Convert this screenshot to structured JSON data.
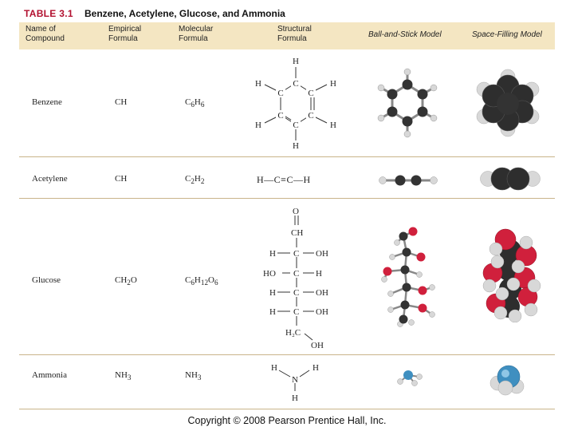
{
  "title": {
    "label": "TABLE 3.1",
    "text": "Benzene, Acetylene, Glucose, and Ammonia"
  },
  "headers": {
    "name": [
      "Name of",
      "Compound"
    ],
    "empirical": [
      "Empirical",
      "Formula"
    ],
    "molecular": [
      "Molecular",
      "Formula"
    ],
    "structural": [
      "Structural",
      "Formula"
    ],
    "ball": "Ball-and-Stick Model",
    "space": "Space-Filling Model"
  },
  "rows": [
    {
      "name": "Benzene",
      "empirical": "CH",
      "molecular": {
        "base": "C",
        "s1": "6",
        "mid": "H",
        "s2": "6",
        "mid2": "",
        "s3": ""
      }
    },
    {
      "name": "Acetylene",
      "empirical": "CH",
      "molecular": {
        "base": "C",
        "s1": "2",
        "mid": "H",
        "s2": "2",
        "mid2": "",
        "s3": ""
      }
    },
    {
      "name": "Glucose",
      "empirical": {
        "base": "CH",
        "s1": "2",
        "mid": "O"
      },
      "molecular": {
        "base": "C",
        "s1": "6",
        "mid": "H",
        "s2": "12",
        "mid2": "O",
        "s3": "6"
      }
    },
    {
      "name": "Ammonia",
      "empirical": {
        "base": "NH",
        "s1": "3"
      },
      "molecular": {
        "base": "NH",
        "s1": "3"
      }
    }
  ],
  "structural": {
    "benzene": [
      "H",
      "C"
    ],
    "acetylene": "H—C≡C—H",
    "glucose": [
      "O",
      "CH",
      "H",
      "C",
      "OH",
      "HO",
      "H₂C"
    ],
    "ammonia": [
      "H",
      "N"
    ]
  },
  "colors": {
    "carbon": "#333333",
    "hydrogen": "#d8d8d8",
    "oxygen": "#d0203c",
    "nitrogen": "#3f8fc0",
    "accent": "#b2102f",
    "header_bg": "#f4e6c2"
  },
  "copyright": "Copyright © 2008 Pearson Prentice Hall, Inc."
}
